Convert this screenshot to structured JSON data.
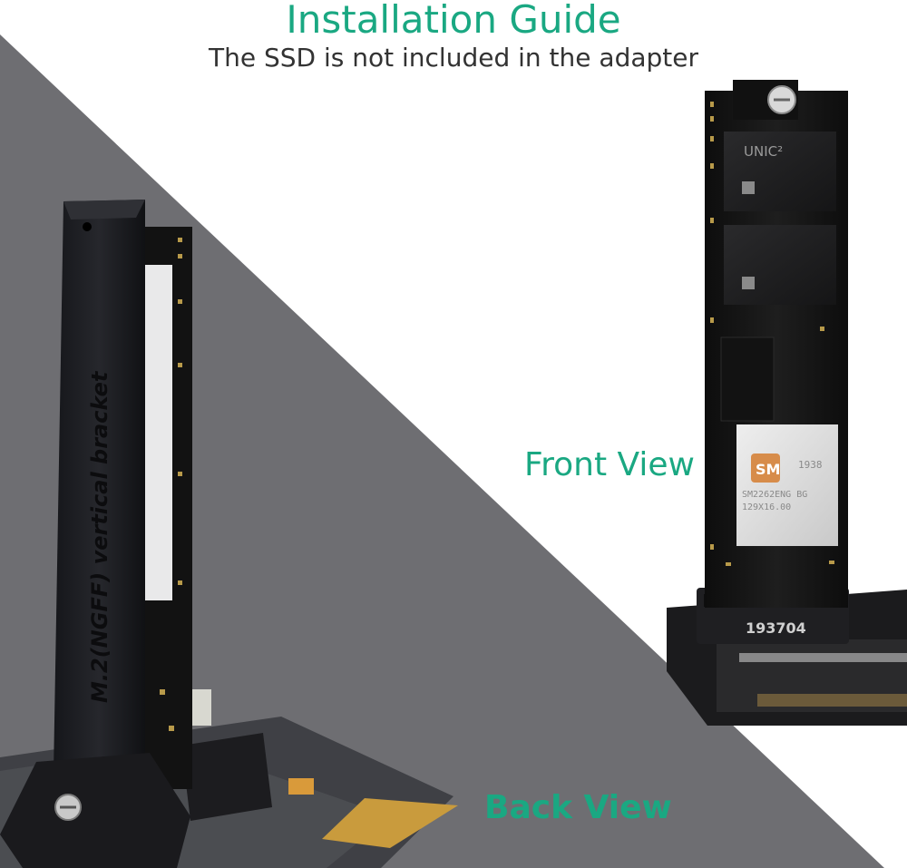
{
  "header": {
    "title": "Installation Guide",
    "subtitle": "The SSD is not included in the adapter"
  },
  "labels": {
    "front_view": "Front View",
    "back_view": "Back View"
  },
  "product": {
    "bracket_text": "M.2(NGFF) vertical bracket",
    "controller_chip_line1": "SM2262ENG BG",
    "controller_chip_line2": "129X16.00",
    "controller_chip_date": "1938",
    "nand_brand": "UNIC²",
    "connector_code": "193704"
  },
  "colors": {
    "accent": "#1aa882",
    "gray_background": "#6e6e72",
    "pcb": "#141414"
  },
  "icons": [
    "sm-logo-icon",
    "screw-icon"
  ]
}
